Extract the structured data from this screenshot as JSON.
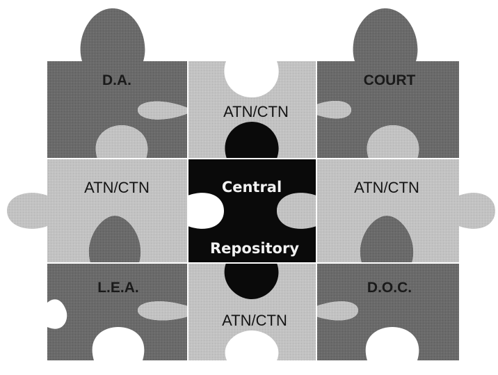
{
  "pieces": {
    "top_left": {
      "label": "D.A."
    },
    "top_right": {
      "label": "COURT"
    },
    "bottom_left": {
      "label": "L.E.A."
    },
    "bottom_right": {
      "label": "D.O.C."
    },
    "top_middle": {
      "label": "ATN/CTN"
    },
    "left_middle": {
      "label": "ATN/CTN"
    },
    "right_middle": {
      "label": "ATN/CTN"
    },
    "bottom_middle": {
      "label": "ATN/CTN"
    },
    "center": {
      "line1": "Central",
      "line2": "Repository"
    }
  },
  "colors": {
    "dark_piece": "#6a6a6a",
    "light_piece": "#c2c2c2",
    "center_piece": "#0a0a0a",
    "seam": "#ffffff"
  }
}
